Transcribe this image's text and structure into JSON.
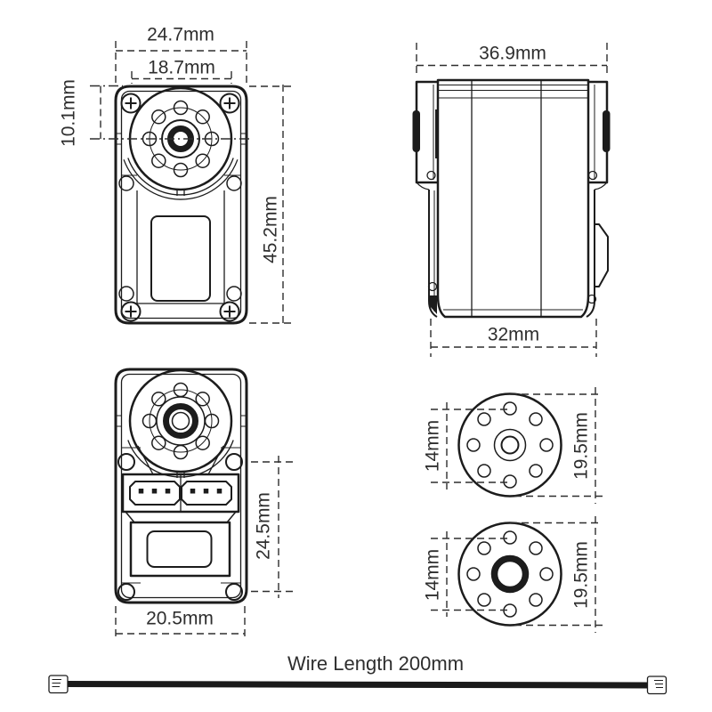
{
  "colors": {
    "background": "#ffffff",
    "line": "#1c1c1c",
    "dimension": "#2e2e2e",
    "text": "#2e2e2e",
    "cable": "#1a1a1a"
  },
  "labels": {
    "front_view": {
      "width_outer": "24.7mm",
      "width_inner": "18.7mm",
      "top_offset": "10.1mm",
      "height": "45.2mm"
    },
    "side_view": {
      "width_top": "36.9mm",
      "width_bottom": "32mm"
    },
    "back_view": {
      "hole_pitch": "24.5mm",
      "width_bottom": "20.5mm"
    },
    "horn_disc_top": {
      "bolt_circle": "14mm",
      "diameter": "19.5mm"
    },
    "horn_disc_bottom": {
      "bolt_circle": "14mm",
      "diameter": "19.5mm"
    },
    "wire": {
      "length_label": "Wire Length 200mm"
    }
  }
}
